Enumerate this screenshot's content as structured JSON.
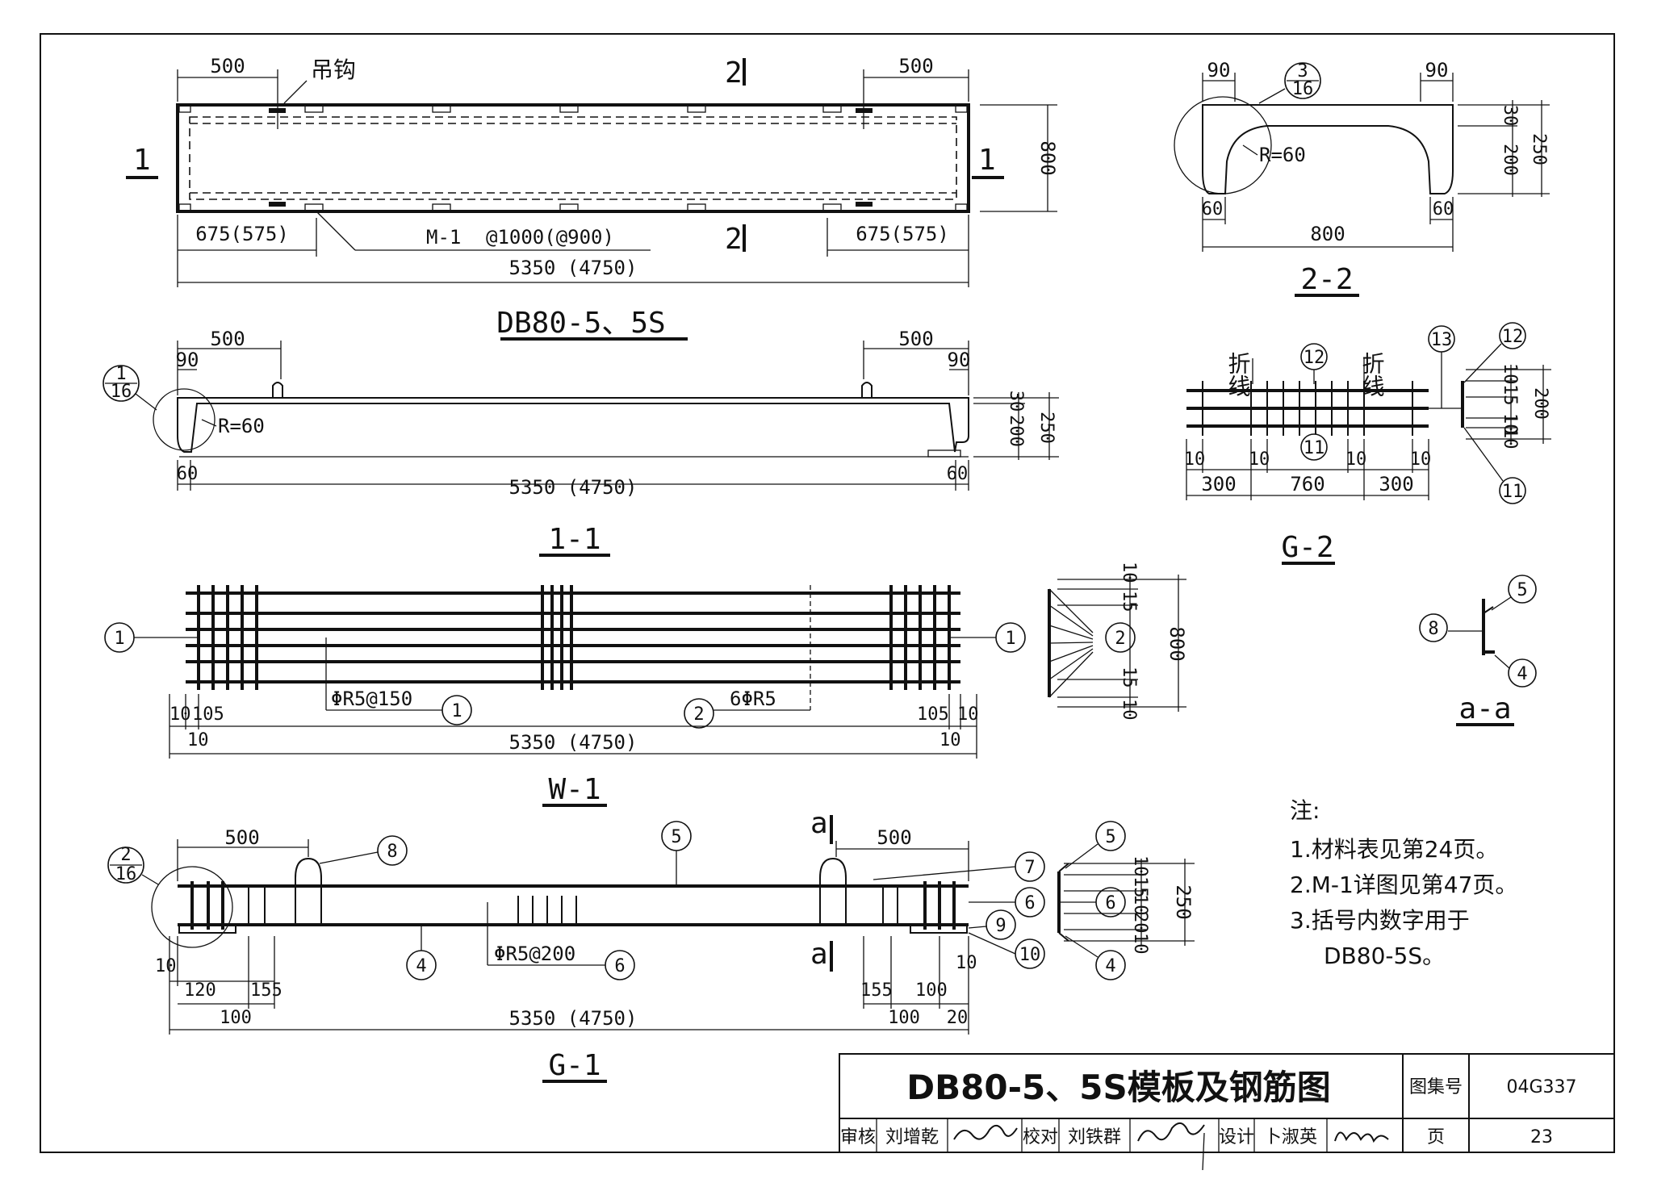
{
  "plan": {
    "title": "DB80-5、5S",
    "hook_label": "吊钩",
    "left_dim": "500",
    "right_dim": "500",
    "section_mark": "1",
    "section_mark_2": "2",
    "height_dim": "800",
    "end_dim_left": "675(575)",
    "end_dim_right": "675(575)",
    "embed_label": "M-1",
    "embed_spacing": "@1000(@900)",
    "overall": "5350 (4750)"
  },
  "s11": {
    "title": "1-1",
    "detail_num": "1",
    "detail_sheet": "16",
    "d500a": "500",
    "d500b": "500",
    "d90a": "90",
    "d90b": "90",
    "radius": "R=60",
    "d60a": "60",
    "d60b": "60",
    "h30": "30",
    "h200": "200",
    "h250": "250",
    "overall": "5350 (4750)"
  },
  "s22": {
    "title": "2-2",
    "detail_num": "3",
    "detail_sheet": "16",
    "d90a": "90",
    "d90b": "90",
    "radius": "R=60",
    "d60a": "60",
    "d60b": "60",
    "width": "800",
    "h30": "30",
    "h200": "200",
    "h250": "250"
  },
  "g2": {
    "title": "G-2",
    "fold_a": "折线",
    "fold_b": "折线",
    "m12": "12",
    "m11": "11",
    "m13": "13",
    "side12": "12",
    "side11": "11",
    "d10a": "10",
    "d10b": "10",
    "d10c": "10",
    "d10d": "10",
    "d300a": "300",
    "d760": "760",
    "d300b": "300",
    "v10a": "10",
    "v15a": "15",
    "v10b": "10",
    "v10c": "10",
    "v200": "200"
  },
  "w1": {
    "title": "W-1",
    "m1l": "1",
    "m1r": "1",
    "m1b": "1",
    "m2": "2",
    "m2s": "2",
    "bar1": "ΦR5@150",
    "bar2": "6ΦR5",
    "d10a": "10",
    "d105a": "105",
    "d10b": "10",
    "d105b": "105",
    "d10c": "10",
    "d10d": "10",
    "overall": "5350 (4750)",
    "v10a": "10",
    "v15a": "15",
    "v800": "800",
    "v15b": "15",
    "v10b": "10"
  },
  "aa": {
    "title": "a-a",
    "m5": "5",
    "m8": "8",
    "m4": "4"
  },
  "g1": {
    "title": "G-1",
    "detail_num": "2",
    "detail_sheet": "16",
    "d500a": "500",
    "d500b": "500",
    "m8": "8",
    "m5": "5",
    "m7": "7",
    "m6": "6",
    "m9": "9",
    "m10": "10",
    "m4": "4",
    "m6b": "6",
    "side5": "5",
    "side6": "6",
    "side4": "4",
    "cut_a_top": "a",
    "cut_a_bot": "a",
    "stirrup": "ΦR5@200",
    "d10a": "10",
    "d120": "120",
    "d155a": "155",
    "d100a": "100",
    "d155b": "155",
    "d100b": "100",
    "d10b": "10",
    "d100c": "100",
    "d20": "20",
    "overall": "5350 (4750)",
    "v10a": "10",
    "v15": "15",
    "v10b": "10",
    "v20": "20",
    "v10c": "10",
    "v250": "250"
  },
  "notes": {
    "heading": "注:",
    "n1": "1.材料表见第24页。",
    "n2": "2.M-1详图见第47页。",
    "n3": "3.括号内数字用于",
    "n3b": "DB80-5S。"
  },
  "title_block": {
    "title": "DB80-5、5S模板及钢筋图",
    "atlas_label": "图集号",
    "atlas_no": "04G337",
    "review": "审核",
    "reviewer": "刘增乾",
    "check": "校对",
    "checker": "刘铁群",
    "design": "设计",
    "designer": "卜淑英",
    "page_label": "页",
    "page_no": "23"
  }
}
